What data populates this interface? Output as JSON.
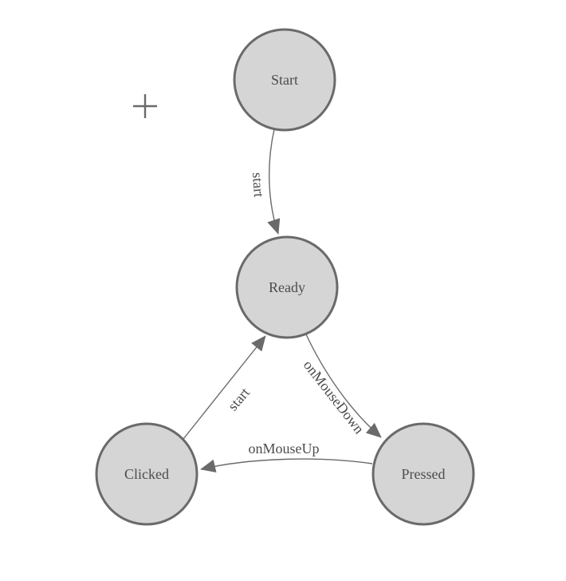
{
  "diagram": {
    "type": "state-machine",
    "nodes": [
      {
        "id": "start",
        "label": "Start"
      },
      {
        "id": "ready",
        "label": "Ready"
      },
      {
        "id": "clicked",
        "label": "Clicked"
      },
      {
        "id": "pressed",
        "label": "Pressed"
      }
    ],
    "edges": [
      {
        "from": "start",
        "to": "ready",
        "label": "start"
      },
      {
        "from": "ready",
        "to": "pressed",
        "label": "onMouseDown"
      },
      {
        "from": "pressed",
        "to": "clicked",
        "label": "onMouseUp"
      },
      {
        "from": "clicked",
        "to": "ready",
        "label": "start"
      }
    ],
    "icons": {
      "plus": "+"
    },
    "colors": {
      "background": "#ffffff",
      "node_fill": "#d5d5d5",
      "node_stroke": "#6a6a6a",
      "edge_stroke": "#6a6a6a",
      "arrowhead_fill": "#6a6a6a",
      "label_text": "#4c4c4c"
    }
  }
}
